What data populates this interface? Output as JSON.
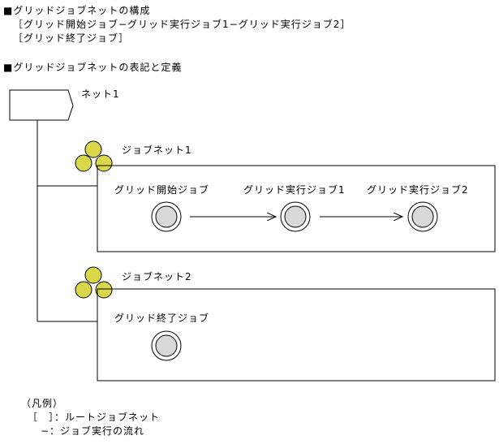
{
  "composition": {
    "heading": "■グリッドジョブネットの構成",
    "line1": "［グリッド開始ジョブ−グリッド実行ジョブ1−グリッド実行ジョブ2］",
    "line2": "［グリッド終了ジョブ］"
  },
  "notation": {
    "heading": "■グリッドジョブネットの表記と定義"
  },
  "diagram": {
    "net": {
      "label": "ネット1"
    },
    "jobnet1": {
      "label": "ジョブネット1",
      "jobs": [
        "グリッド開始ジョブ",
        "グリッド実行ジョブ1",
        "グリッド実行ジョブ2"
      ]
    },
    "jobnet2": {
      "label": "ジョブネット2",
      "jobs": [
        "グリッド終了ジョブ"
      ]
    },
    "colors": {
      "jobnet_icon_fill": "#d8d84a",
      "job_icon_fill": "#d9d9d9",
      "stroke": "#000000"
    }
  },
  "legend": {
    "title": "（凡例）",
    "item1": "［　］：ルートジョブネット",
    "item2": "−：ジョブ実行の流れ"
  }
}
